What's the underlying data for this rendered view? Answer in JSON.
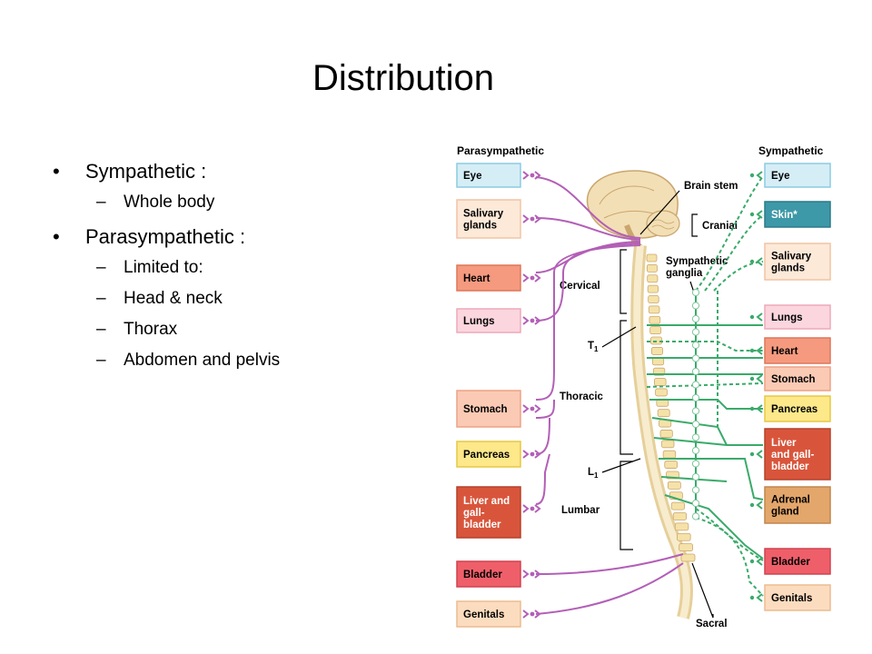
{
  "slide": {
    "title": "Distribution",
    "bullets": [
      {
        "text": "Sympathetic :",
        "sub": [
          "Whole body"
        ]
      },
      {
        "text": "Parasympathetic :",
        "sub": [
          "Limited to:",
          "Head & neck",
          "Thorax",
          "Abdomen and pelvis"
        ]
      }
    ]
  },
  "diagram": {
    "left_header": "Parasympathetic",
    "right_header": "Sympathetic",
    "labels": {
      "brain_stem": "Brain stem",
      "cranial": "Cranial",
      "sympathetic_ganglia_1": "Sympathetic",
      "sympathetic_ganglia_2": "ganglia",
      "cervical": "Cervical",
      "t1": "T",
      "t1_sub": "1",
      "thoracic": "Thoracic",
      "l1": "L",
      "l1_sub": "1",
      "lumbar": "Lumbar",
      "sacral": "Sacral"
    },
    "colors": {
      "parasympathetic_line": "#b35fb7",
      "sympathetic_line": "#3aaa6a"
    },
    "left_organs": [
      {
        "key": "eye",
        "lines": [
          "Eye"
        ],
        "fill": "#d5eef6",
        "stroke": "#8ccbe0"
      },
      {
        "key": "salivary",
        "lines": [
          "Salivary",
          "glands"
        ],
        "fill": "#fde9d8",
        "stroke": "#f0c4a4"
      },
      {
        "key": "heart",
        "lines": [
          "Heart"
        ],
        "fill": "#f59a7f",
        "stroke": "#de7659"
      },
      {
        "key": "lungs",
        "lines": [
          "Lungs"
        ],
        "fill": "#fbd6de",
        "stroke": "#eea9b8"
      },
      {
        "key": "stomach",
        "lines": [
          "Stomach"
        ],
        "fill": "#fbcab4",
        "stroke": "#eca285"
      },
      {
        "key": "pancreas",
        "lines": [
          "Pancreas"
        ],
        "fill": "#fde88a",
        "stroke": "#e5c845"
      },
      {
        "key": "liver",
        "lines": [
          "Liver and",
          "gall-",
          "bladder"
        ],
        "fill": "#d8553b",
        "stroke": "#b5402a"
      },
      {
        "key": "bladder",
        "lines": [
          "Bladder"
        ],
        "fill": "#ef5f6a",
        "stroke": "#cf4450"
      },
      {
        "key": "genitals",
        "lines": [
          "Genitals"
        ],
        "fill": "#fcdcbf",
        "stroke": "#ecbb90"
      }
    ],
    "right_organs": [
      {
        "key": "eye",
        "lines": [
          "Eye"
        ],
        "fill": "#d5eef6",
        "stroke": "#8ccbe0"
      },
      {
        "key": "skin",
        "lines": [
          "Skin*"
        ],
        "fill": "#3d98a8",
        "stroke": "#2b7a88"
      },
      {
        "key": "salivary",
        "lines": [
          "Salivary",
          "glands"
        ],
        "fill": "#fde9d8",
        "stroke": "#f0c4a4"
      },
      {
        "key": "lungs",
        "lines": [
          "Lungs"
        ],
        "fill": "#fbd6de",
        "stroke": "#eea9b8"
      },
      {
        "key": "heart",
        "lines": [
          "Heart"
        ],
        "fill": "#f59a7f",
        "stroke": "#de7659"
      },
      {
        "key": "stomach",
        "lines": [
          "Stomach"
        ],
        "fill": "#fbcab4",
        "stroke": "#eca285"
      },
      {
        "key": "pancreas",
        "lines": [
          "Pancreas"
        ],
        "fill": "#fde88a",
        "stroke": "#e5c845"
      },
      {
        "key": "liver",
        "lines": [
          "Liver",
          "and gall-",
          "bladder"
        ],
        "fill": "#d8553b",
        "stroke": "#b5402a"
      },
      {
        "key": "adrenal",
        "lines": [
          "Adrenal",
          "gland"
        ],
        "fill": "#e3a66b",
        "stroke": "#c2854c"
      },
      {
        "key": "bladder",
        "lines": [
          "Bladder"
        ],
        "fill": "#ef5f6a",
        "stroke": "#cf4450"
      },
      {
        "key": "genitals",
        "lines": [
          "Genitals"
        ],
        "fill": "#fcdcbf",
        "stroke": "#ecbb90"
      }
    ]
  }
}
